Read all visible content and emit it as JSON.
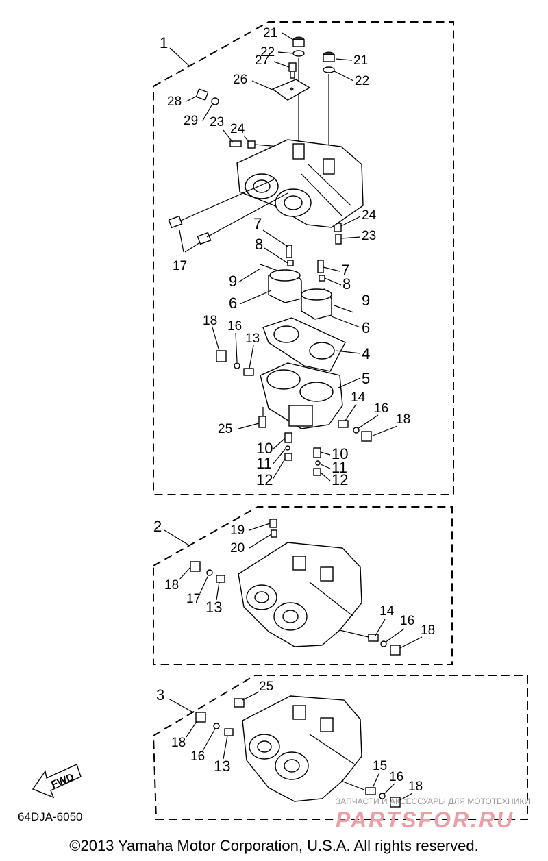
{
  "diagram": {
    "figure_code": "64DJA-6050",
    "fwd_label": "FWD",
    "copyright": "©2013 Yamaha Motor Corporation, U.S.A. All rights reserved.",
    "watermark": {
      "line1": "ЗАПЧАСТИ И АКСЕССУАРЫ ДЛЯ МОТОТЕХНИКИ",
      "line2": "PARTSFOR.RU"
    },
    "group_labels": [
      "1",
      "2",
      "3"
    ],
    "callouts_group1": [
      "21",
      "22",
      "21",
      "22",
      "27",
      "26",
      "28",
      "29",
      "23",
      "24",
      "24",
      "23",
      "17",
      "7",
      "8",
      "7",
      "8",
      "9",
      "6",
      "9",
      "6",
      "18",
      "16",
      "13",
      "4",
      "5",
      "14",
      "16",
      "18",
      "25",
      "10",
      "11",
      "12",
      "10",
      "11",
      "12"
    ],
    "callouts_group2": [
      "19",
      "20",
      "18",
      "17",
      "13",
      "14",
      "16",
      "18"
    ],
    "callouts_group3": [
      "25",
      "18",
      "16",
      "13",
      "15",
      "16",
      "18"
    ]
  }
}
